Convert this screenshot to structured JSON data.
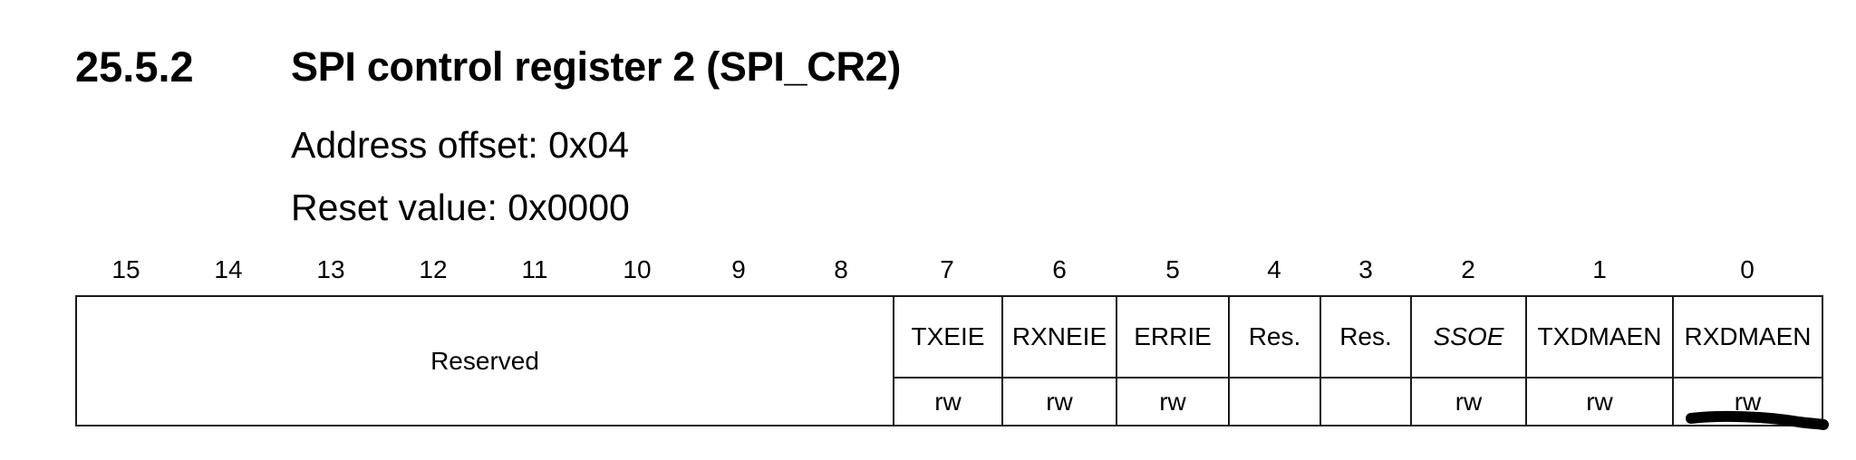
{
  "section": {
    "number": "25.5.2",
    "title": "SPI control register 2 (SPI_CR2)"
  },
  "register": {
    "address_offset": "Address offset: 0x04",
    "reset_value": "Reset value: 0x0000"
  },
  "bit_numbers": [
    "15",
    "14",
    "13",
    "12",
    "11",
    "10",
    "9",
    "8",
    "7",
    "6",
    "5",
    "4",
    "3",
    "2",
    "1",
    "0"
  ],
  "fields": {
    "reserved": {
      "label": "Reserved",
      "bits": "15:8"
    },
    "bits": [
      {
        "bit": "7",
        "name": "TXEIE",
        "access": "rw",
        "italic": false
      },
      {
        "bit": "6",
        "name": "RXNEIE",
        "access": "rw",
        "italic": false
      },
      {
        "bit": "5",
        "name": "ERRIE",
        "access": "rw",
        "italic": false
      },
      {
        "bit": "4",
        "name": "Res.",
        "access": "",
        "italic": false
      },
      {
        "bit": "3",
        "name": "Res.",
        "access": "",
        "italic": false
      },
      {
        "bit": "2",
        "name": "SSOE",
        "access": "rw",
        "italic": true
      },
      {
        "bit": "1",
        "name": "TXDMAEN",
        "access": "rw",
        "italic": false
      },
      {
        "bit": "0",
        "name": "RXDMAEN",
        "access": "rw",
        "italic": false
      }
    ]
  },
  "annotation": {
    "type": "hand-drawn marker underline",
    "target": "RXDMAEN access cell",
    "color": "#000000"
  }
}
